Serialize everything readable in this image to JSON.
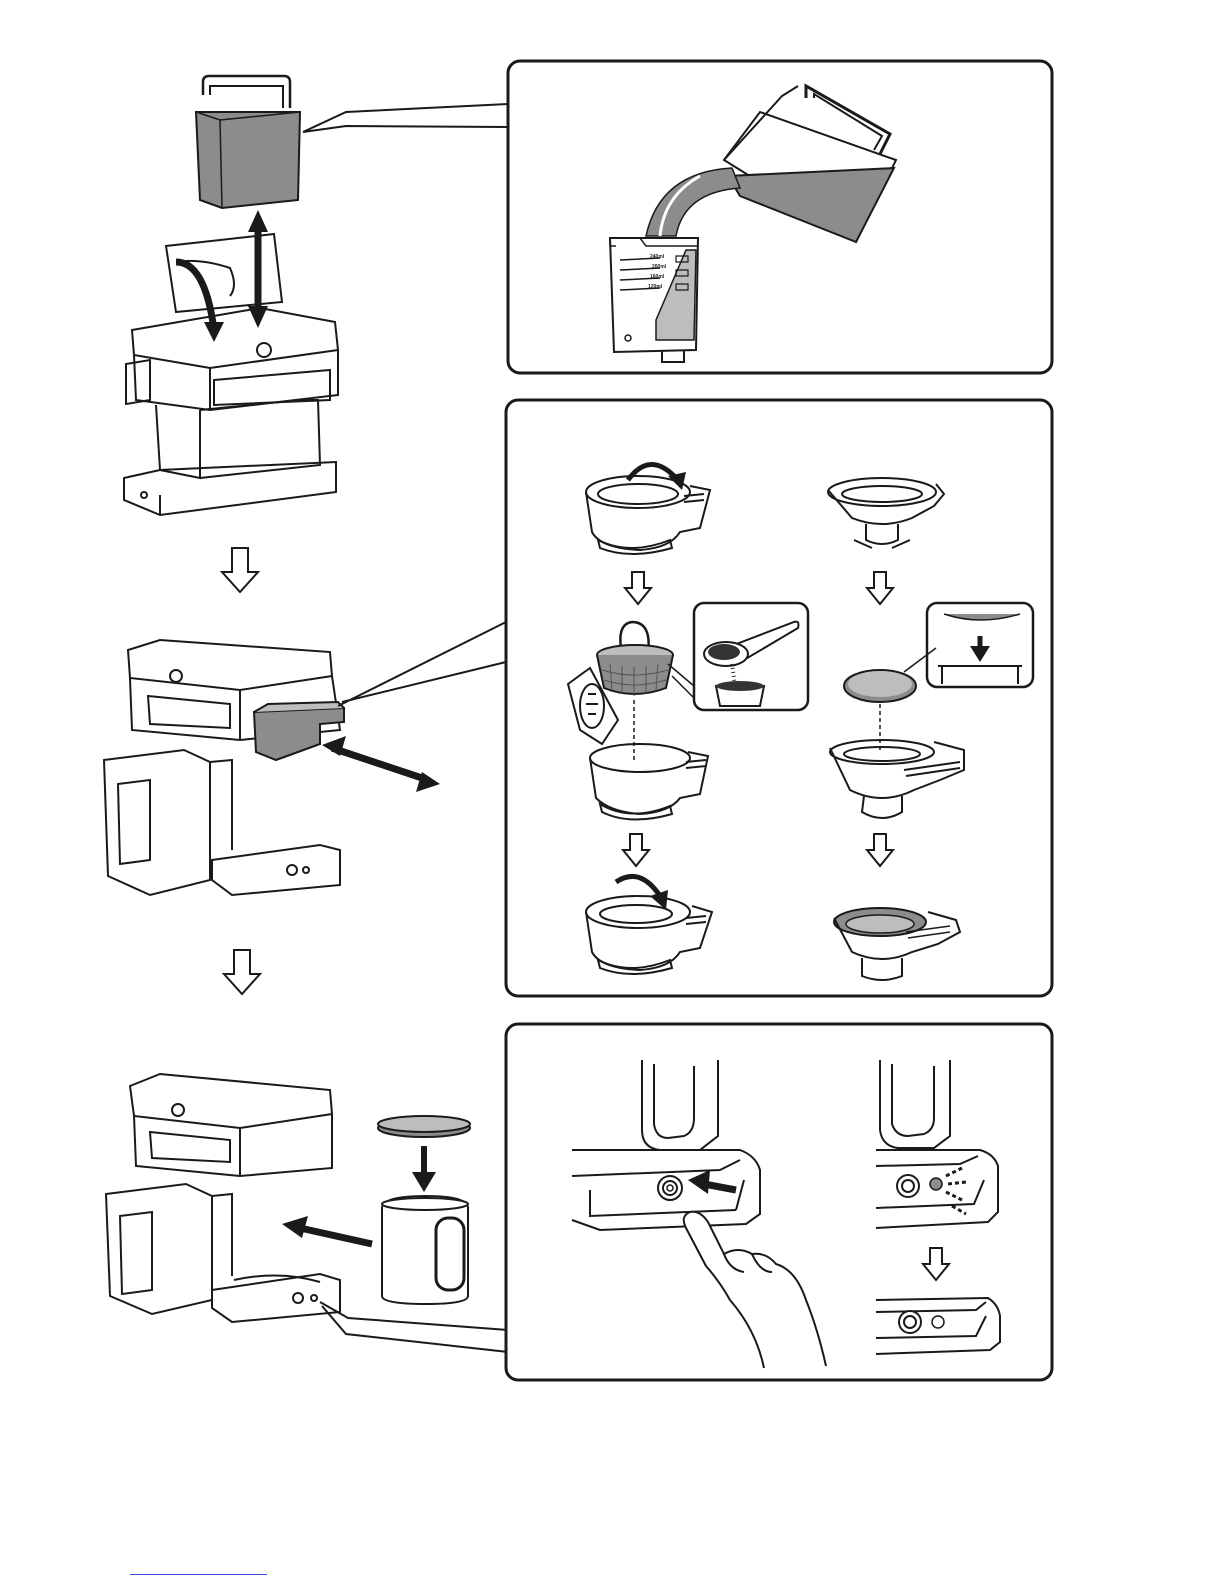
{
  "figure": {
    "description_free": true,
    "colors": {
      "line": "#1a1a1a",
      "gray_fill": "#8c8c8c",
      "light_gray": "#bdbdbd",
      "panel_border": "#1a1a1a",
      "background": "#ffffff",
      "link_line": "#3b4bd8"
    }
  },
  "water_tank": {
    "graduations": [
      "240ml",
      "200ml",
      "160ml",
      "120ml"
    ]
  },
  "icons": {
    "flow_arrow": "hollow-down-arrow",
    "motion_arrow": "solid-double-arrow",
    "press_arrow": "solid-arrow"
  }
}
